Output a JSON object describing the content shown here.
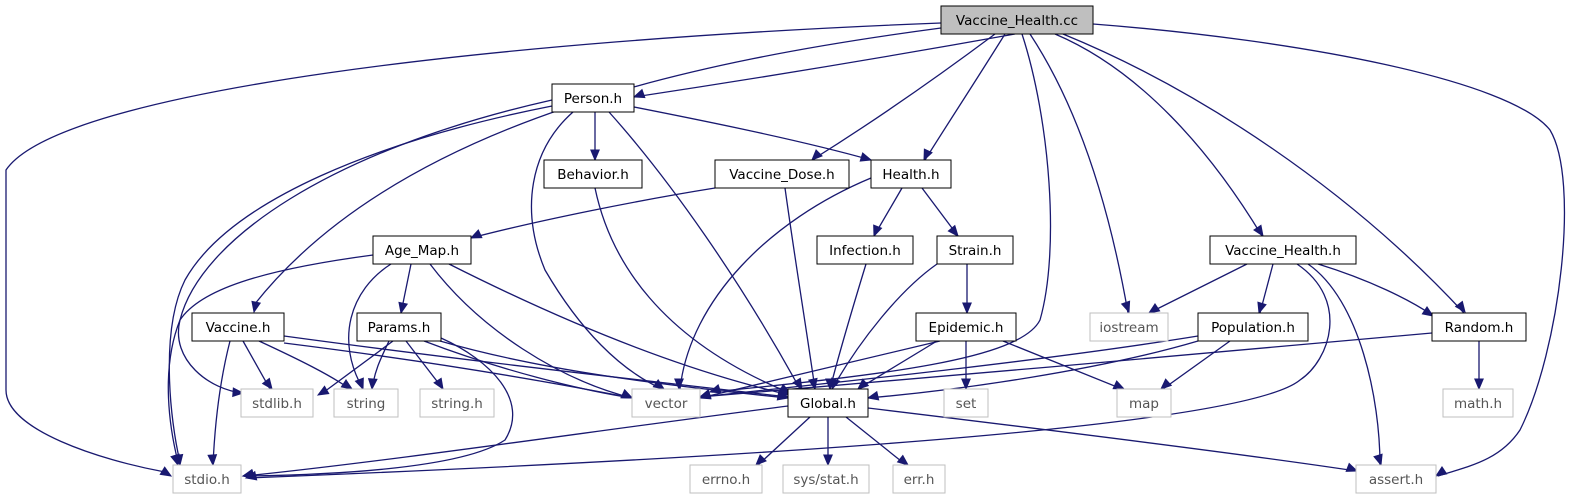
{
  "colors": {
    "edge": "#191970",
    "root_fill": "#bfbfbf",
    "local_border": "#000000",
    "system_border": "#bfbfbf",
    "local_text": "#000000",
    "system_text": "#555555"
  },
  "nodes": {
    "vaccine_health_cc": "Vaccine_Health.cc",
    "person_h": "Person.h",
    "behavior_h": "Behavior.h",
    "vaccine_dose_h": "Vaccine_Dose.h",
    "health_h": "Health.h",
    "age_map_h": "Age_Map.h",
    "infection_h": "Infection.h",
    "strain_h": "Strain.h",
    "vaccine_health_h": "Vaccine_Health.h",
    "vaccine_h": "Vaccine.h",
    "params_h": "Params.h",
    "epidemic_h": "Epidemic.h",
    "population_h": "Population.h",
    "random_h": "Random.h",
    "iostream": "iostream",
    "stdlib_h": "stdlib.h",
    "string": "string",
    "string_h": "string.h",
    "vector": "vector",
    "global_h": "Global.h",
    "set": "set",
    "map": "map",
    "math_h": "math.h",
    "stdio_h": "stdio.h",
    "errno_h": "errno.h",
    "sys_stat_h": "sys/stat.h",
    "err_h": "err.h",
    "assert_h": "assert.h"
  }
}
